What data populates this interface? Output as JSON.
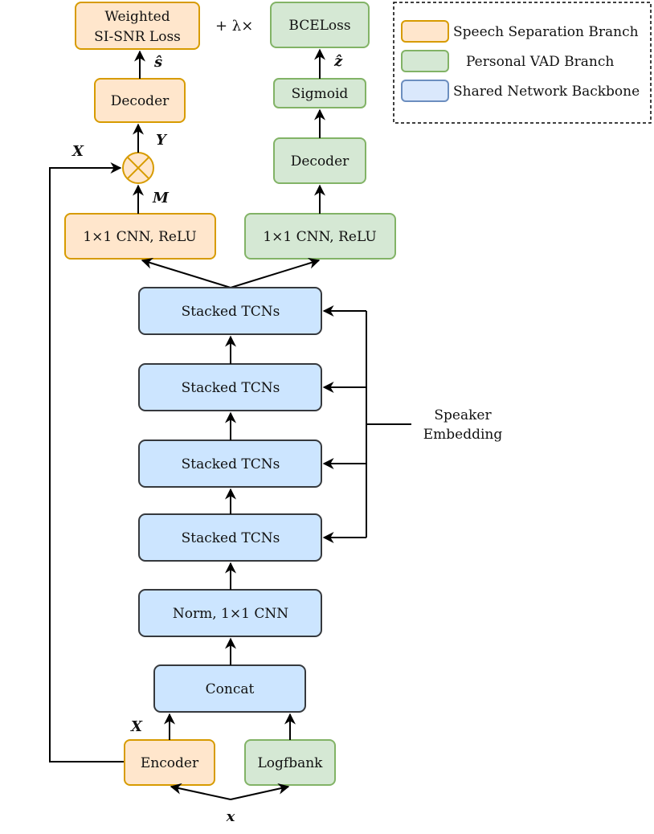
{
  "legend": {
    "items": [
      {
        "label": "Speech Separation Branch",
        "color": "#ffe6cc",
        "border": "#d79b00"
      },
      {
        "label": "Personal VAD Branch",
        "color": "#d5e8d4",
        "border": "#82b366"
      },
      {
        "label": "Shared Network Backbone",
        "color": "#dae8fc",
        "border": "#6c8ebf"
      }
    ]
  },
  "nodes": {
    "loss_top": {
      "line1": "Weighted",
      "line2": "SI-SNR Loss"
    },
    "bce": "BCELoss",
    "plus_lambda": "+ λ×",
    "decoder_left": "Decoder",
    "sigmoid": "Sigmoid",
    "decoder_right": "Decoder",
    "cnn_left": "1×1 CNN, ReLU",
    "cnn_right": "1×1 CNN, ReLU",
    "tcn1": "Stacked TCNs",
    "tcn2": "Stacked TCNs",
    "tcn3": "Stacked TCNs",
    "tcn4": "Stacked TCNs",
    "norm": "Norm, 1×1 CNN",
    "concat": "Concat",
    "encoder": "Encoder",
    "logfbank": "Logfbank",
    "speaker": {
      "line1": "Speaker",
      "line2": "Embedding"
    }
  },
  "symbols": {
    "s_hat": "ŝ",
    "z_hat": "ẑ",
    "Y": "Y",
    "X_top": "X",
    "M": "M",
    "X_bottom": "X",
    "x_input": "x"
  },
  "colors": {
    "orange_fill": "#ffe6cc",
    "orange_border": "#d79b00",
    "green_fill": "#d5e8d4",
    "green_border": "#82b366",
    "blue_fill": "#cce5ff",
    "blue_border": "#36393d"
  }
}
